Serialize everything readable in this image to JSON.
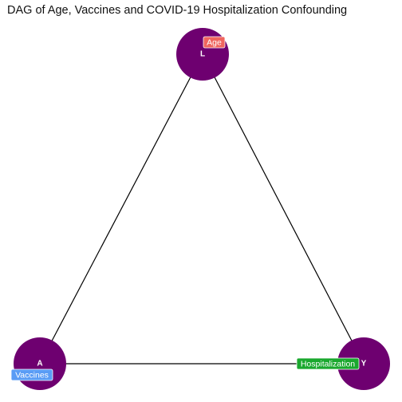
{
  "diagram": {
    "title": "DAG of Age, Vaccines and COVID-19 Hospitalization Confounding",
    "node_color": "#6e0070",
    "edge_color": "#000000",
    "nodes": [
      {
        "id": "L",
        "letter": "L",
        "label": "Age",
        "label_color": "#f0655e"
      },
      {
        "id": "A",
        "letter": "A",
        "label": "Vaccines",
        "label_color": "#5a9cf5"
      },
      {
        "id": "Y",
        "letter": "Y",
        "label": "Hospitalization",
        "label_color": "#1aa82e"
      }
    ],
    "edges": [
      {
        "from": "L",
        "to": "A"
      },
      {
        "from": "L",
        "to": "Y"
      },
      {
        "from": "A",
        "to": "Y"
      }
    ]
  }
}
